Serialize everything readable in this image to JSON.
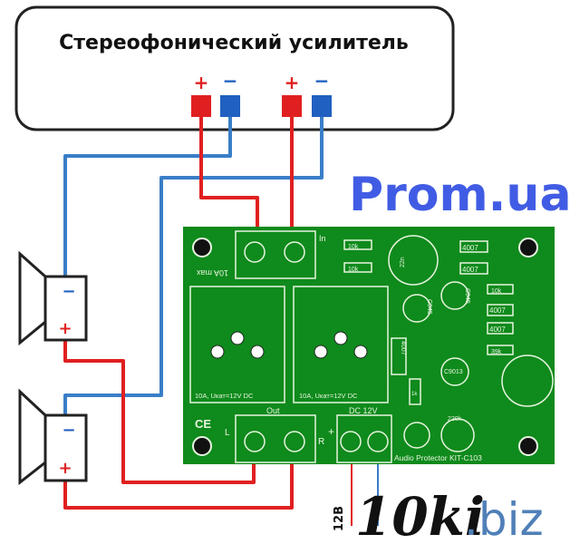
{
  "amplifier": {
    "title": "Стереофонический усилитель",
    "plus": "+",
    "minus": "−"
  },
  "pcb": {
    "input_label": "10A max",
    "in_label": "In",
    "left": "L",
    "right": "R",
    "relay_rating": "10A, Uкат=12V DC",
    "out_label": "Out",
    "dc_label": "DC 12V",
    "dc_plus": "+",
    "ce": "CE",
    "board_name": "Audio Protector KIT-C103",
    "resistor_10k": "10k",
    "resistor_39k": "39k",
    "resistor_1k": "1k",
    "diode": "4007",
    "capacitor": "22n",
    "transistor_c945": "C945",
    "transistor_c9013": "C9013",
    "trimmer": "220k"
  },
  "wire_labels": {
    "plus_12v": "12В"
  },
  "watermark": {
    "text_black": "10ki",
    "text_blue": ".biz",
    "overlay": "Prom.ua"
  },
  "colors": {
    "red": "#e02020",
    "blue": "#2060c0",
    "pcb": "#0f8a1c",
    "wire_blue": "#3a7ec8"
  }
}
